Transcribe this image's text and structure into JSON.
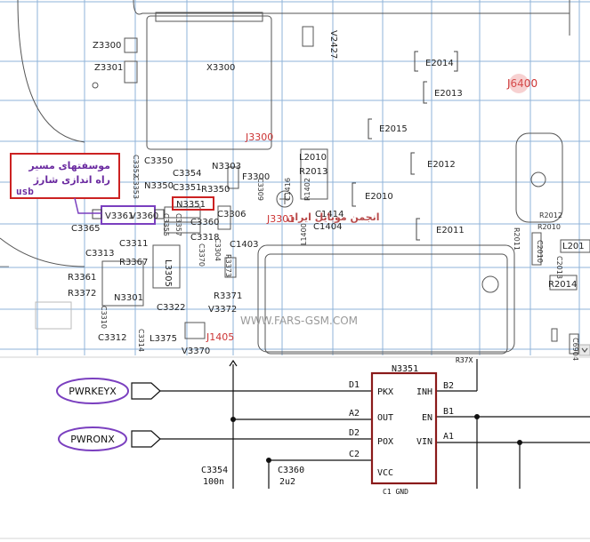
{
  "pcb": {
    "components": {
      "z3300": "Z3300",
      "z3301": "Z3301",
      "x3300": "X3300",
      "v2427": "V2427",
      "e2014": "E2014",
      "e2013": "E2013",
      "j6400": "J6400",
      "e2015": "E2015",
      "j3300": "J3300",
      "e2012": "E2012",
      "l2010": "L2010",
      "r2013": "R2013",
      "c1416": "C1416",
      "r1402": "R1402",
      "e2010": "E2010",
      "c1414": "C1414",
      "c1404": "C1404",
      "l1400": "L1400",
      "n3303": "N3303",
      "f3300": "F3300",
      "c3309": "C3309",
      "c3350": "C3350",
      "c3354": "C3354",
      "c3351": "C3351",
      "n3350": "N3350",
      "r3350": "R3350",
      "n3351_box": "N3351",
      "c3306": "C3306",
      "j3301": "J3301",
      "c3360": "C3360",
      "c3318": "C3318",
      "v3361": "V3361",
      "v3360": "V3360",
      "c3365": "C3365",
      "c3311": "C3311",
      "c3313": "C3313",
      "r3367": "R3367",
      "l3305": "L3305",
      "r3361": "R3361",
      "r3372": "R3372",
      "n3301": "N3301",
      "c3310": "C3310",
      "r3371": "R3371",
      "v3372": "V3372",
      "c3322": "C3322",
      "c3312": "C3312",
      "c3314": "C3314",
      "l3375": "L3375",
      "v3370": "V3370",
      "j1405": "J1405",
      "c1403": "C1403",
      "e2011": "E2011",
      "r2012": "R2012",
      "r2010": "R2010",
      "r2011": "R2011",
      "l201": "L201",
      "r2014": "R2014",
      "c3352": "C3352",
      "c3353": "C3353",
      "c3370": "C3370",
      "c3357": "C3357",
      "c3355": "C3355",
      "c2010": "C2010",
      "c2013": "C2013",
      "c3304": "C3304",
      "r3373": "R3373",
      "c6904": "C6904"
    },
    "annotation_persian": [
      "موسفتهای مسیر",
      "راه اندازی شارژ"
    ],
    "annotation_usb": "usb",
    "watermark": "WWW.FARS-GSM.COM",
    "overlay_persian": "انجمن موبایل ایران",
    "colors": {
      "grid": "#8fb3d9",
      "trace": "#666666",
      "annotation": "#cc2222",
      "highlight": "#7a3fbf"
    }
  },
  "schematic": {
    "signal_pwrkey": "PWRKEYX",
    "signal_pwron": "PWRONX",
    "chip_name": "N3351",
    "pins_left": [
      "PKX",
      "OUT",
      "POX",
      "VCC"
    ],
    "pins_right": [
      "INH",
      "EN",
      "VIN"
    ],
    "net_left": [
      "D1",
      "A2",
      "D2",
      "C2"
    ],
    "net_right": [
      "B2",
      "B1",
      "A1"
    ],
    "bottom_label": "C1 GND",
    "top_right_label": "R37X",
    "cap1_name": "C3354",
    "cap1_value": "100n",
    "cap2_name": "C3360",
    "cap2_value": "2u2"
  }
}
